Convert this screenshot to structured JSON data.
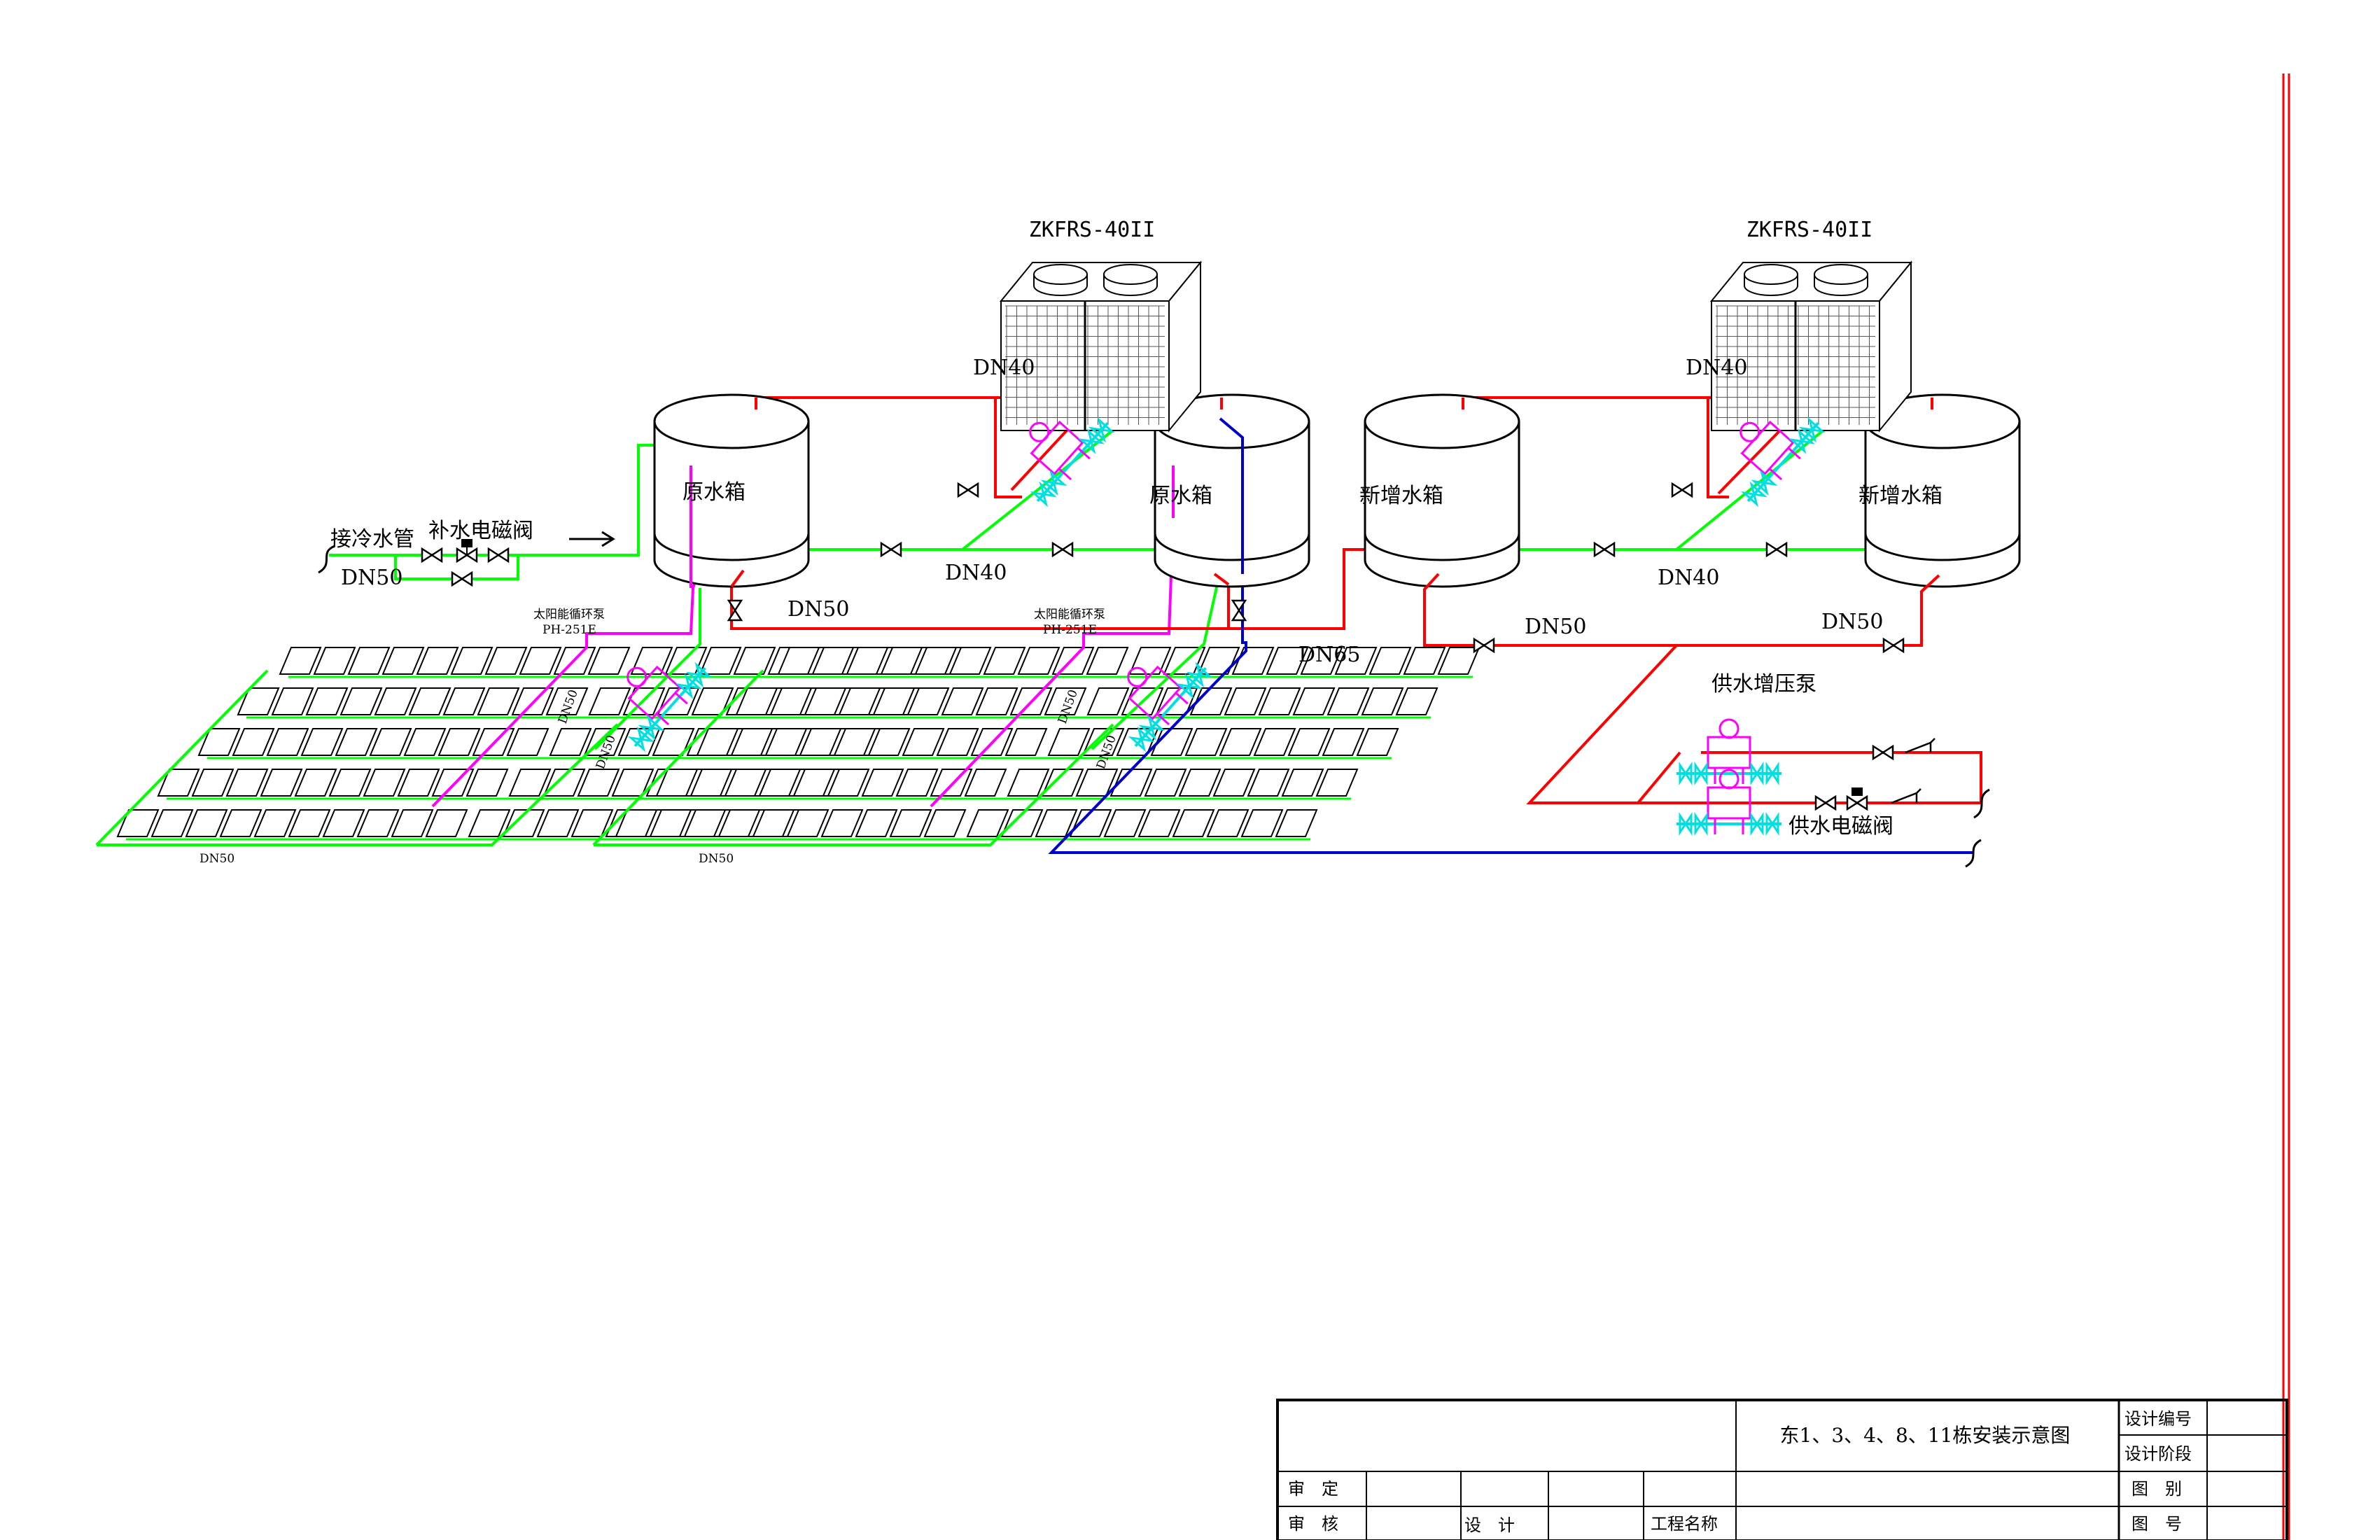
{
  "units": [
    {
      "model": "ZKFRS-40II"
    },
    {
      "model": "ZKFRS-40II"
    }
  ],
  "tanks": [
    {
      "label": "原水箱"
    },
    {
      "label": "原水箱"
    },
    {
      "label": "新增水箱"
    },
    {
      "label": "新增水箱"
    }
  ],
  "labels": {
    "cold_water_inlet": "接冷水管",
    "makeup_valve": "补水电磁阀",
    "supply_pump": "供水增压泵",
    "supply_valve": "供水电磁阀",
    "solar_pump_1": "太阳能循环泵",
    "solar_pump_1_model": "PH-251E",
    "solar_pump_2": "太阳能循环泵",
    "solar_pump_2_model": "PH-251E"
  },
  "pipe_sizes": {
    "dn40_top_1": "DN40",
    "dn40_top_2": "DN40",
    "dn40_mid_1": "DN40",
    "dn40_mid_2": "DN40",
    "dn50_inlet": "DN50",
    "dn50_tank1": "DN50",
    "dn50_mid": "DN50",
    "dn50_right": "DN50",
    "dn65": "DN65",
    "dn50_field1_bottom": "DN50",
    "dn50_field2_bottom": "DN50",
    "dn50_field1_diag_a": "DN50",
    "dn50_field1_diag_b": "DN50",
    "dn50_field2_diag_a": "DN50",
    "dn50_field2_diag_b": "DN50"
  },
  "colors": {
    "hot": "#ff0000",
    "cold": "#00ff00",
    "solar": "#ff00ff",
    "return": "#0000cc",
    "pump": "#00e0e0",
    "black": "#000000"
  },
  "title_block": {
    "drawing_title": "东1、3、4、8、11栋安装示意图",
    "design_no": "设计编号",
    "design_stage": "设计阶段",
    "category": "图　别",
    "drawing_no": "图　号",
    "approved": "审　定",
    "reviewed": "审　核",
    "designed": "设　计",
    "project_name": "工程名称"
  }
}
